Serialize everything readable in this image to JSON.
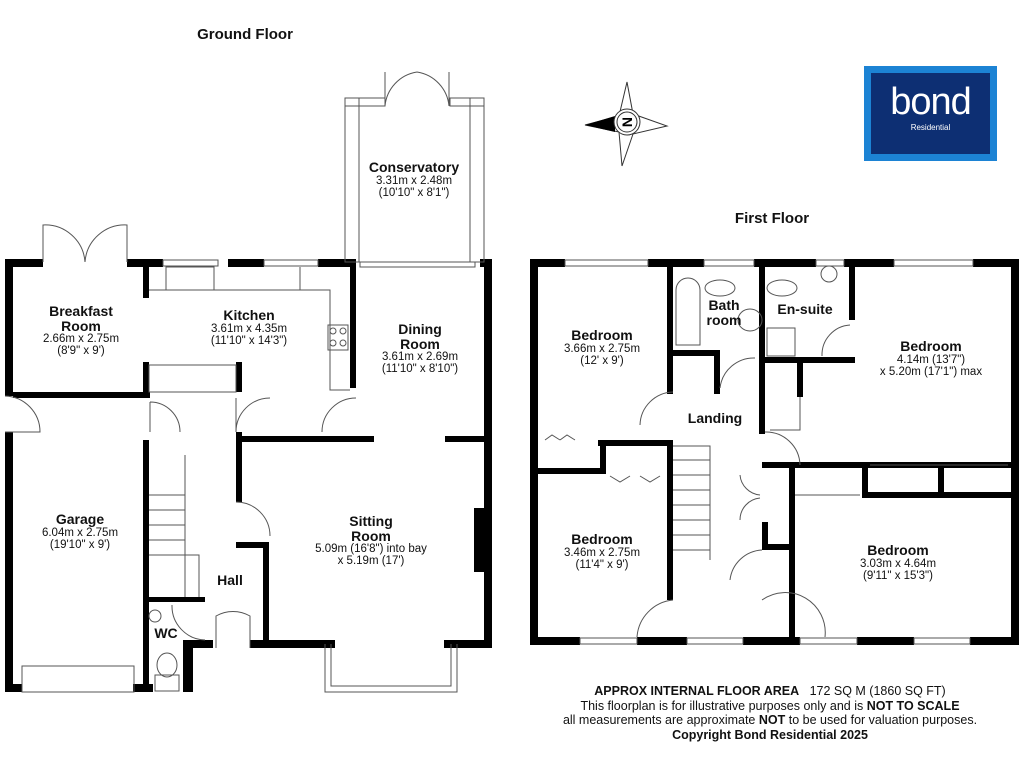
{
  "ground_floor": {
    "title": "Ground Floor",
    "rooms": {
      "conservatory": {
        "name": "Conservatory",
        "metric": "3.31m x 2.48m",
        "imperial": "(10'10\" x 8'1\")"
      },
      "breakfast_room": {
        "name_1": "Breakfast",
        "name_2": "Room",
        "metric": "2.66m x 2.75m",
        "imperial": "(8'9\" x 9')"
      },
      "kitchen": {
        "name": "Kitchen",
        "metric": "3.61m x 4.35m",
        "imperial": "(11'10\" x 14'3\")"
      },
      "dining_room": {
        "name_1": "Dining",
        "name_2": "Room",
        "metric": "3.61m x 2.69m",
        "imperial": "(11'10\" x 8'10\")"
      },
      "garage": {
        "name": "Garage",
        "metric": "6.04m x 2.75m",
        "imperial": "(19'10\" x 9')"
      },
      "sitting_room": {
        "name_1": "Sitting",
        "name_2": "Room",
        "metric": "5.09m (16'8\") into bay",
        "imperial": "x 5.19m (17')"
      },
      "hall": {
        "name": "Hall"
      },
      "wc": {
        "name": "WC"
      }
    }
  },
  "first_floor": {
    "title": "First Floor",
    "rooms": {
      "bedroom_nw": {
        "name": "Bedroom",
        "metric": "3.66m x 2.75m",
        "imperial": "(12' x 9')"
      },
      "bathroom": {
        "name_1": "Bath",
        "name_2": "room"
      },
      "en_suite": {
        "name": "En-suite"
      },
      "bedroom_master": {
        "name": "Bedroom",
        "metric": "4.14m (13'7\")",
        "imperial": "x 5.20m (17'1\") max"
      },
      "landing": {
        "name": "Landing"
      },
      "bedroom_sw": {
        "name": "Bedroom",
        "metric": "3.46m x 2.75m",
        "imperial": "(11'4\" x 9')"
      },
      "bedroom_se": {
        "name": "Bedroom",
        "metric": "3.03m x 4.64m",
        "imperial": "(9'11\" x 15'3\")"
      }
    }
  },
  "compass": {
    "label": "N"
  },
  "logo": {
    "brand": "bond",
    "sub": "Residential",
    "outer_color": "#1c83d4",
    "inner_color": "#0d2f73"
  },
  "footer": {
    "area_label": "APPROX INTERNAL FLOOR AREA",
    "area_value": "172 SQ M (1860 SQ FT)",
    "line2_a": "This floorplan is for illustrative purposes only and is ",
    "line2_b": "NOT TO SCALE",
    "line3_a": "all measurements are approximate ",
    "line3_b": "NOT",
    "line3_c": " to be used for valuation purposes.",
    "copyright": "Copyright Bond Residential 2025"
  }
}
